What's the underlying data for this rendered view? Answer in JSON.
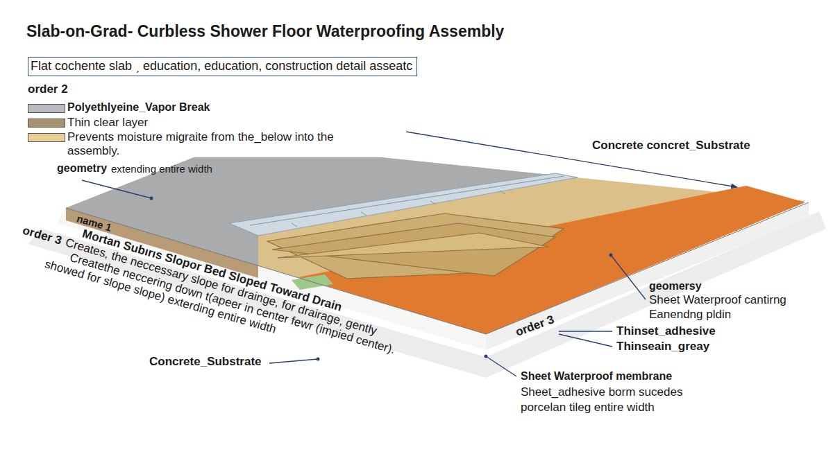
{
  "diagram": {
    "title": "Slab-on-Grad- Curbless Shower Floor Waterproofing Assembly",
    "caption": "Flat cochente slab ˏ education, education, construction detail asseatc",
    "labels": [
      "order 2",
      "geometry",
      "extending entire width",
      "Concrete concret_Substrate",
      "name 1",
      "Mortan Subırıs Slopor Bed Sloped Toward Drain",
      "order 3",
      "Creates, the neccessary slope for drainge, for drairage, gently",
      "Createthe neccering down t(apeer in center fewr (impied center).",
      "showed for slope slope) exterding entire width",
      "Concrete_Substrate",
      "geomersy",
      "Sheet Waterproof cantirng",
      "Eanendng pldin",
      "order 3",
      "Thinset_adhesive",
      "Thinseain_greay",
      "Sheet Waterproof membrane",
      "Sheet_adhesive borm sucedes",
      "porcelan tileg entire width"
    ],
    "legend": [
      {
        "text": "Polyethlyeine_Vapor Break",
        "color": "#b9bcc0"
      },
      {
        "text": "Thin clear layer",
        "color": "#a8916e"
      },
      {
        "text": "Prevents moisture migraite from the_below into the assembly.",
        "color": "#e8cf95"
      }
    ]
  }
}
